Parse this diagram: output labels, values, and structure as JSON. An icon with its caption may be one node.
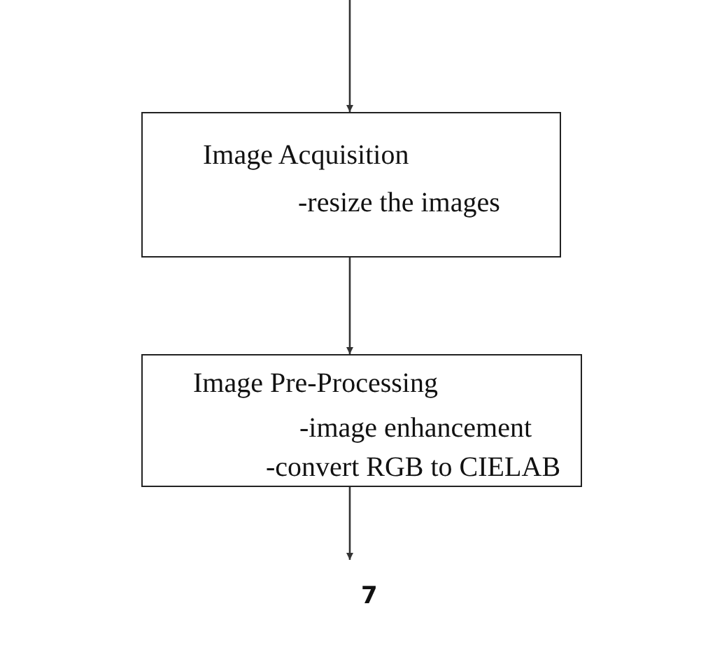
{
  "diagram": {
    "nodes": [
      {
        "text": [
          "Image Acquisition",
          "-resize the images"
        ]
      },
      {
        "text": [
          "Image Pre-Processing",
          "-image enhancement",
          "-convert RGB to CIELAB"
        ]
      }
    ],
    "edges": [
      {
        "from": null,
        "to": 0,
        "arrow": "to"
      },
      {
        "from": 0,
        "to": 1,
        "arrow": "to"
      },
      {
        "from": 1,
        "to": null,
        "arrow": "to"
      }
    ],
    "labels": [
      "7"
    ]
  }
}
